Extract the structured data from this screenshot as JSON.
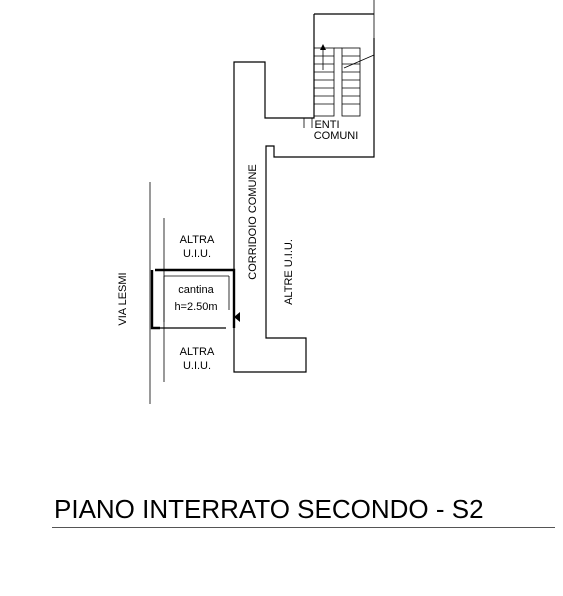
{
  "plan": {
    "labels": {
      "enti_comuni_1": "ENTI",
      "enti_comuni_2": "COMUNI",
      "corridoio": "CORRIDOIO COMUNE",
      "altre_uiu": "ALTRE U.I.U.",
      "altra_top_1": "ALTRA",
      "altra_top_2": "U.I.U.",
      "altra_bottom_1": "ALTRA",
      "altra_bottom_2": "U.I.U.",
      "via": "VIA LESMI",
      "cantina": "cantina",
      "cantina_height": "h=2.50m"
    }
  },
  "footer": {
    "title": "PIANO INTERRATO SECONDO - S2"
  }
}
